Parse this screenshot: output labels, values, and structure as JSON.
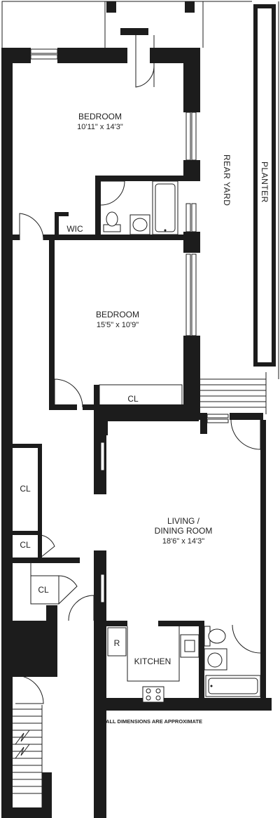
{
  "rooms": {
    "bedroom1": {
      "name": "BEDROOM",
      "dims": "10'11\" x 14'3\""
    },
    "bedroom2": {
      "name": "BEDROOM",
      "dims": "15'5\" x 10'9\""
    },
    "living": {
      "name_line1": "LIVING /",
      "name_line2": "DINING ROOM",
      "dims": "18'6\" x 14'3\""
    },
    "kitchen": {
      "name": "KITCHEN"
    },
    "wic": {
      "name": "WIC"
    }
  },
  "closets": {
    "cl1": "CL",
    "cl2": "CL",
    "cl3": "CL",
    "cl4": "CL"
  },
  "appliances": {
    "refrigerator": "R"
  },
  "exterior": {
    "rear_yard": "REAR YARD",
    "planter": "PLANTER"
  },
  "note": "ALL DIMENSIONS ARE APPROXIMATE"
}
